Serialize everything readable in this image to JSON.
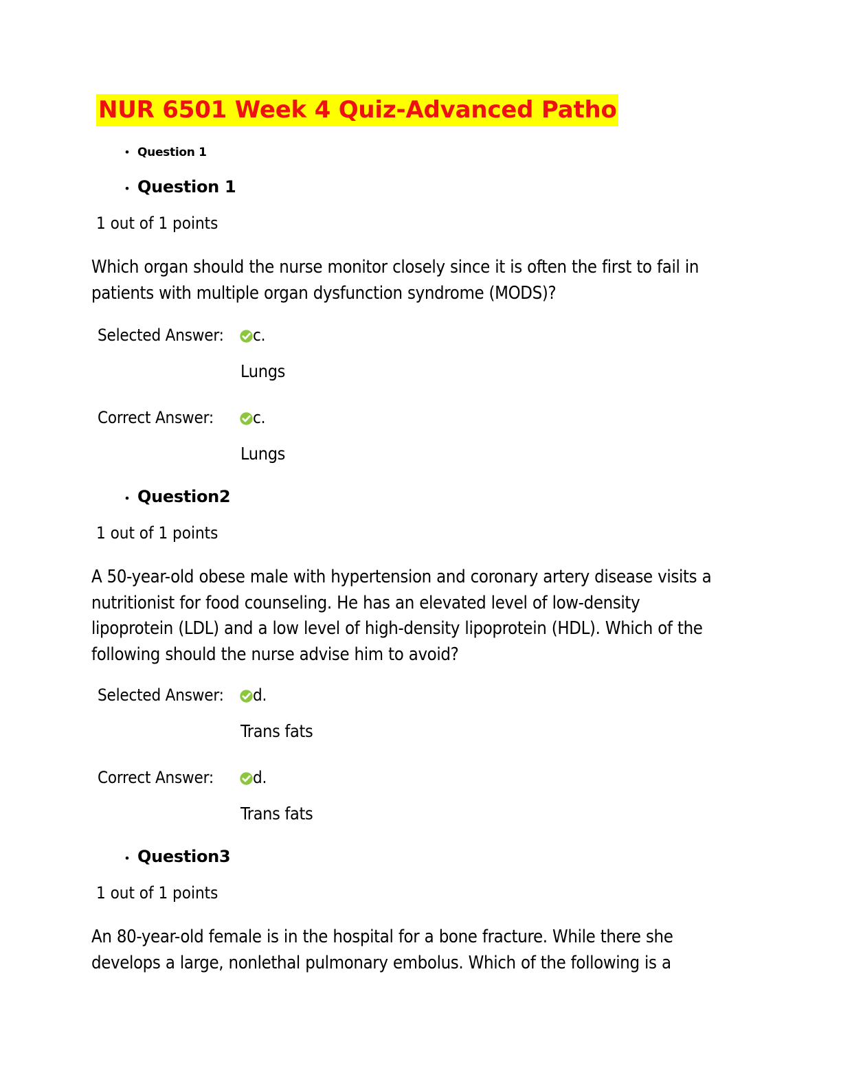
{
  "document": {
    "title": "NUR 6501 Week 4 Quiz-Advanced Patho",
    "title_text_color": "#EE1111",
    "title_highlight_color": "#FFFF00",
    "correct_icon_color": "#8CC63F"
  },
  "labels": {
    "selected_answer": "Selected Answer:",
    "correct_answer": "Correct Answer:",
    "points": "1 out of 1 points"
  },
  "questions": [
    {
      "heading_small": "Question 1",
      "heading_large": "Question 1",
      "points": "1 out of 1 points",
      "text": "Which organ should the nurse monitor closely since it is often the first to fail in patients with multiple organ dysfunction syndrome (MODS)?",
      "selected_answer": {
        "label": "Selected Answer:",
        "letter": "c.",
        "text": "Lungs",
        "icon": "correct-check-icon"
      },
      "correct_answer": {
        "label": "Correct Answer:",
        "letter": "c.",
        "text": "Lungs",
        "icon": "correct-check-icon"
      }
    },
    {
      "heading_large": "Question2",
      "points": "1 out of 1 points",
      "text": "A 50-year-old obese male with hypertension and coronary artery disease visits a nutritionist for food counseling. He has an elevated level of low-density lipoprotein (LDL) and a low level of high-density lipoprotein (HDL). Which of the following should the nurse advise him to avoid?",
      "selected_answer": {
        "label": "Selected Answer:",
        "letter": "d.",
        "text": "Trans fats",
        "icon": "correct-check-icon"
      },
      "correct_answer": {
        "label": "Correct Answer:",
        "letter": "d.",
        "text": "Trans fats",
        "icon": "correct-check-icon"
      }
    },
    {
      "heading_large": "Question3",
      "points": "1 out of 1 points",
      "text": "An 80-year-old female is in the hospital for a bone fracture. While there she develops a large, nonlethal pulmonary embolus. Which of the following is a"
    }
  ]
}
